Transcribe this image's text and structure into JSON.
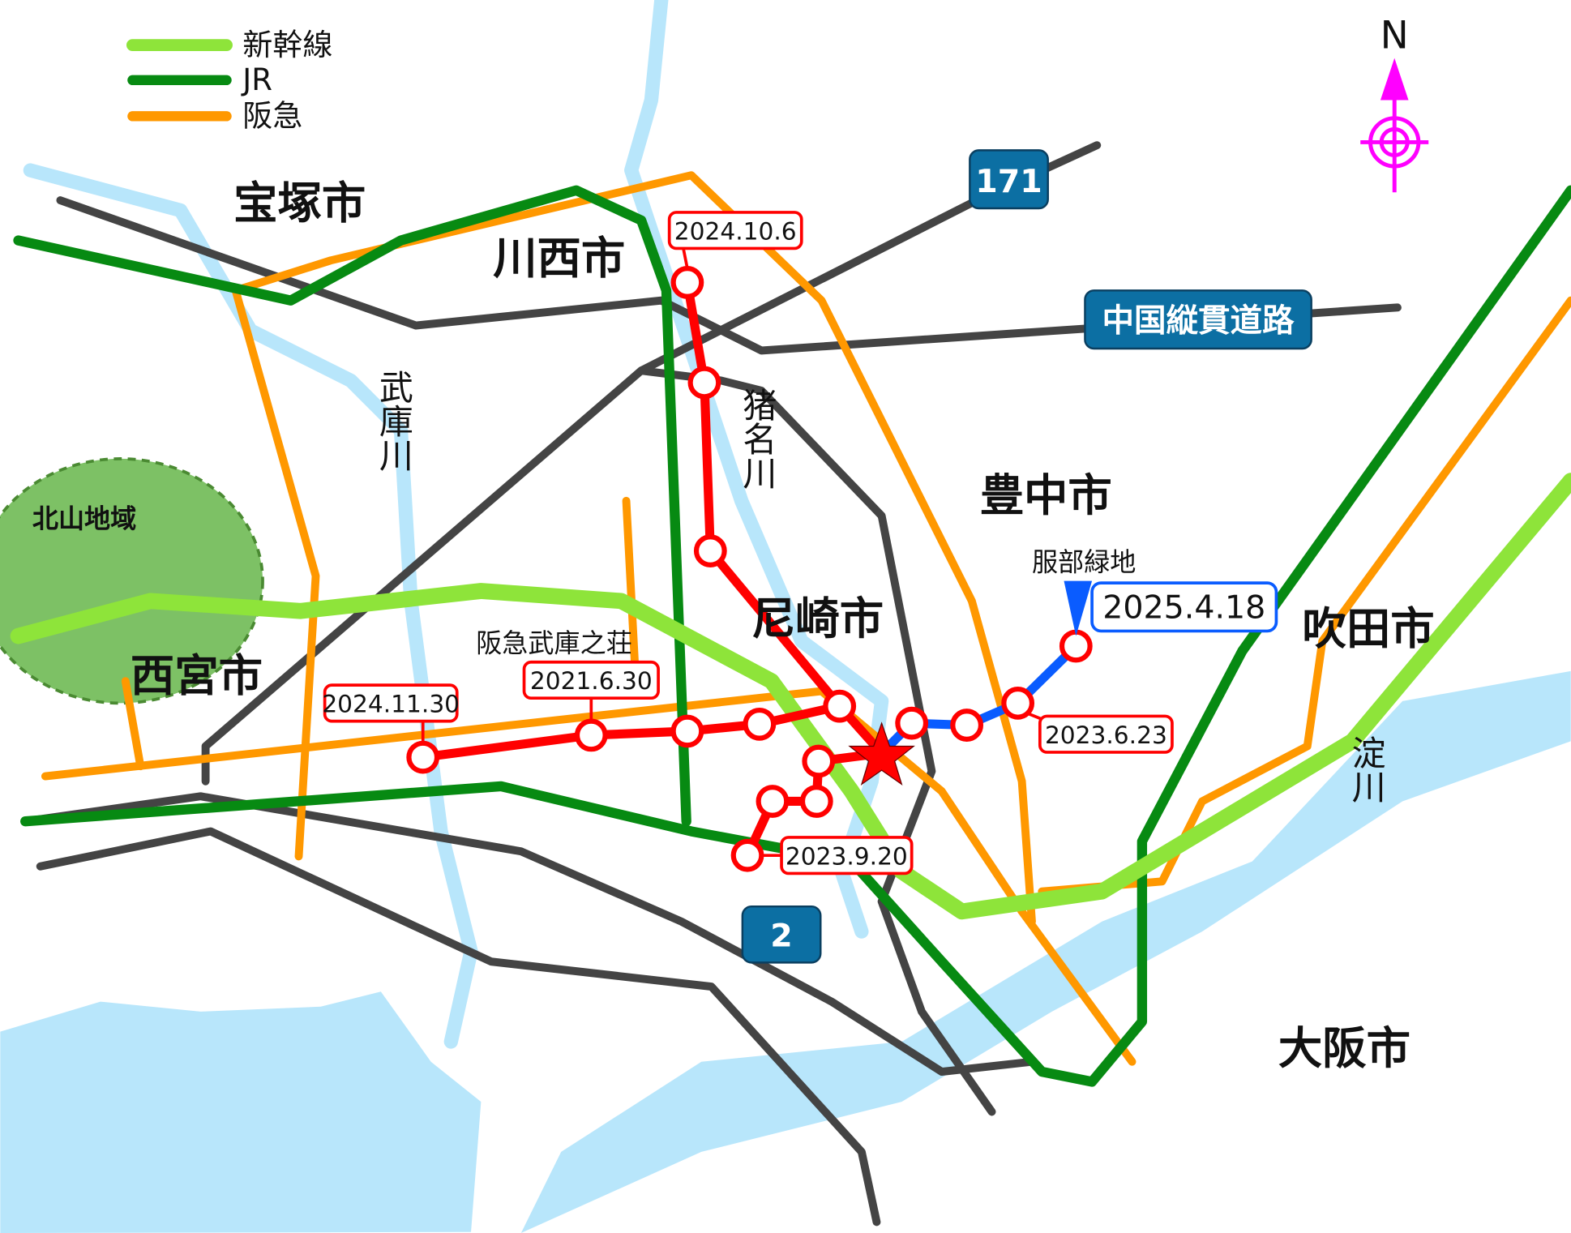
{
  "legend": [
    {
      "label": "新幹線",
      "color": "#8ee43a"
    },
    {
      "label": "JR",
      "color": "#078a12"
    },
    {
      "label": "阪急",
      "color": "#ff9800"
    }
  ],
  "compass": {
    "label": "N",
    "color": "#ff00ff"
  },
  "cities": {
    "takarazuka": "宝塚市",
    "kawanishi": "川西市",
    "toyonaka": "豊中市",
    "amagasaki": "尼崎市",
    "nishinomiya": "西宮市",
    "suita": "吹田市",
    "osaka": "大阪市"
  },
  "rivers": {
    "mukogawa": "武庫川",
    "inagawa": "猪名川",
    "yodogawa": "淀川"
  },
  "areas": {
    "kitayama": "北山地域"
  },
  "roads": {
    "r171": "171",
    "chugoku": "中国縦貫道路",
    "r2": "2"
  },
  "places": {
    "mukonoso": "阪急武庫之荘",
    "hattori": "服部緑地"
  },
  "dates": {
    "d1": "2024.10.6",
    "d2": "2024.11.30",
    "d3": "2021.6.30",
    "d4": "2023.9.20",
    "d5": "2023.6.23",
    "d6": "2025.4.18"
  },
  "colors": {
    "red_route": "#ff0000",
    "blue_route": "#0a5cff",
    "road": "#444444",
    "water": "#b8e6fb",
    "road_sign": "#0c6fa3"
  }
}
